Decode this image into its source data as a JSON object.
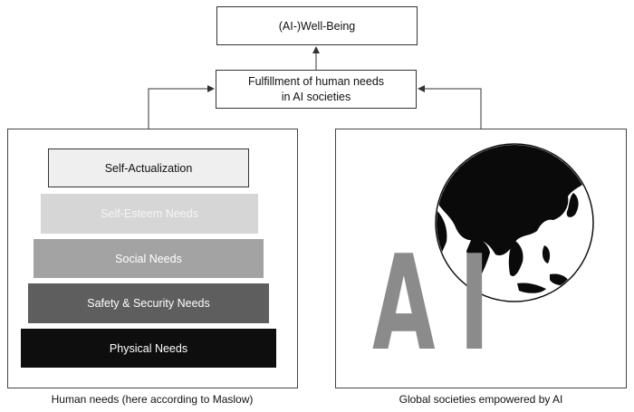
{
  "top_box": {
    "label": "(AI-)Well-Being"
  },
  "middle_box": {
    "label": "Fulfillment of human needs\nin AI societies"
  },
  "pyramid": {
    "levels": [
      {
        "label": "Self-Actualization",
        "fill": "#efefef",
        "text_color": "#111111"
      },
      {
        "label": "Self-Esteem Needs",
        "fill": "#d6d6d6",
        "text_color": "#f5f5f5"
      },
      {
        "label": "Social Needs",
        "fill": "#a3a3a3",
        "text_color": "#ffffff"
      },
      {
        "label": "Safety & Security Needs",
        "fill": "#5e5e5e",
        "text_color": "#ffffff"
      },
      {
        "label": "Physical Needs",
        "fill": "#0e0e0e",
        "text_color": "#ffffff"
      }
    ]
  },
  "right_graphic": {
    "globe_icon": "globe-asia-icon",
    "letters": [
      "A",
      "I"
    ],
    "letter_color": "#8b8b8b"
  },
  "captions": {
    "left": "Human needs (here according to Maslow)",
    "right": "Global societies empowered by AI"
  }
}
